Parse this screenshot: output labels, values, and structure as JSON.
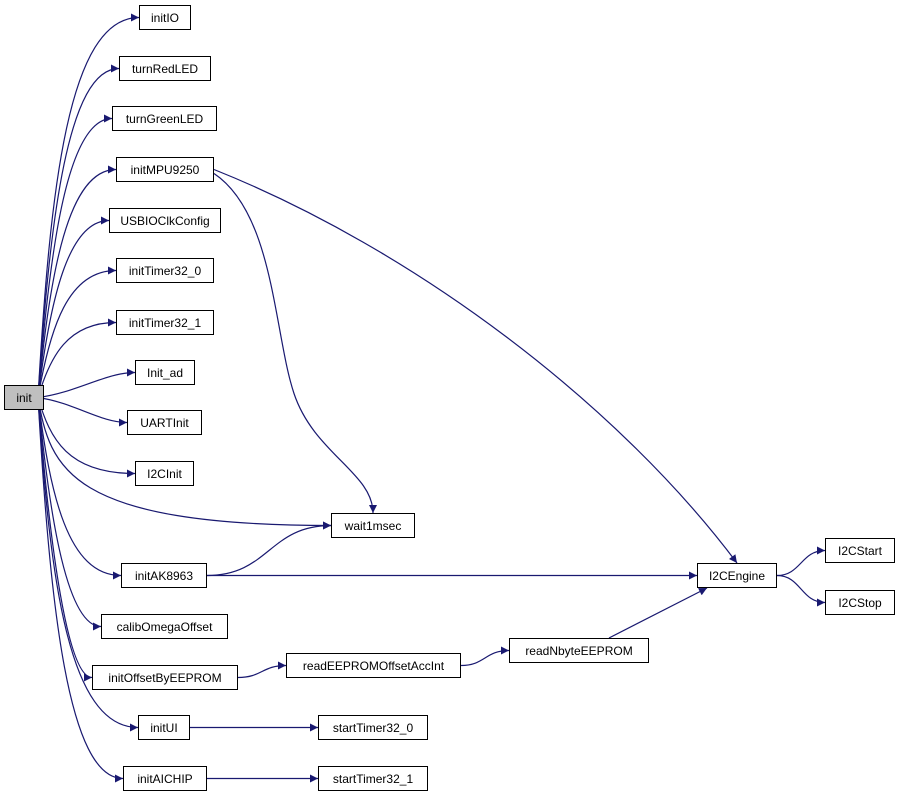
{
  "colors": {
    "edge": "#191970",
    "node_border": "#000000",
    "root_fill": "#bfbfbf",
    "node_fill": "#ffffff"
  },
  "nodes": {
    "init": "init",
    "initIO": "initIO",
    "turnRedLED": "turnRedLED",
    "turnGreenLED": "turnGreenLED",
    "initMPU9250": "initMPU9250",
    "USBIOClkConfig": "USBIOClkConfig",
    "initTimer32_0": "initTimer32_0",
    "initTimer32_1": "initTimer32_1",
    "Init_ad": "Init_ad",
    "UARTInit": "UARTInit",
    "I2CInit": "I2CInit",
    "wait1msec": "wait1msec",
    "initAK8963": "initAK8963",
    "calibOmegaOffset": "calibOmegaOffset",
    "initOffsetByEEPROM": "initOffsetByEEPROM",
    "readEEPROMOffsetAccInt": "readEEPROMOffsetAccInt",
    "readNbyteEEPROM": "readNbyteEEPROM",
    "I2CEngine": "I2CEngine",
    "I2CStart": "I2CStart",
    "I2CStop": "I2CStop",
    "initUI": "initUI",
    "startTimer32_0": "startTimer32_0",
    "initAICHIP": "initAICHIP",
    "startTimer32_1": "startTimer32_1"
  },
  "edges": [
    [
      "init",
      "initIO"
    ],
    [
      "init",
      "turnRedLED"
    ],
    [
      "init",
      "turnGreenLED"
    ],
    [
      "init",
      "initMPU9250"
    ],
    [
      "init",
      "USBIOClkConfig"
    ],
    [
      "init",
      "initTimer32_0"
    ],
    [
      "init",
      "initTimer32_1"
    ],
    [
      "init",
      "Init_ad"
    ],
    [
      "init",
      "UARTInit"
    ],
    [
      "init",
      "I2CInit"
    ],
    [
      "init",
      "wait1msec"
    ],
    [
      "init",
      "initAK8963"
    ],
    [
      "init",
      "calibOmegaOffset"
    ],
    [
      "init",
      "initOffsetByEEPROM"
    ],
    [
      "init",
      "initUI"
    ],
    [
      "init",
      "initAICHIP"
    ],
    [
      "initMPU9250",
      "wait1msec"
    ],
    [
      "initMPU9250",
      "I2CEngine"
    ],
    [
      "initAK8963",
      "wait1msec"
    ],
    [
      "initAK8963",
      "I2CEngine"
    ],
    [
      "initOffsetByEEPROM",
      "readEEPROMOffsetAccInt"
    ],
    [
      "readEEPROMOffsetAccInt",
      "readNbyteEEPROM"
    ],
    [
      "readNbyteEEPROM",
      "I2CEngine"
    ],
    [
      "I2CEngine",
      "I2CStart"
    ],
    [
      "I2CEngine",
      "I2CStop"
    ],
    [
      "initUI",
      "startTimer32_0"
    ],
    [
      "initAICHIP",
      "startTimer32_1"
    ]
  ]
}
